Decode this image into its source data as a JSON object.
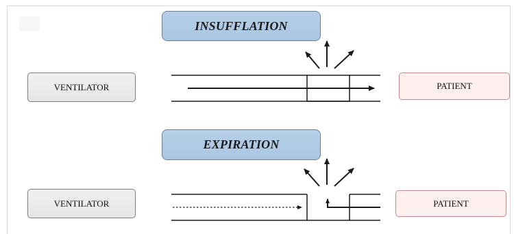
{
  "insufflation": {
    "title": "INSUFFLATION",
    "ventilator_label": "VENTILATOR",
    "patient_label": "PATIENT"
  },
  "expiration": {
    "title": "EXPIRATION",
    "ventilator_label": "VENTILATOR",
    "patient_label": "PATIENT"
  },
  "colors": {
    "phase_box_fill": "#b0cbe6",
    "ventilator_box_fill": "#ececec",
    "patient_box_fill": "#fff0f0",
    "line": "#1a1a1a"
  }
}
